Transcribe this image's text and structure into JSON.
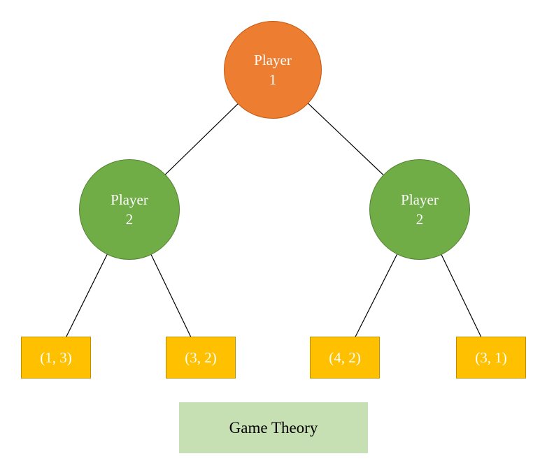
{
  "diagram": {
    "type": "game-tree",
    "colors": {
      "root_fill": "#ED7D31",
      "root_border": "#C55A11",
      "node_fill": "#70AD47",
      "node_border": "#548235",
      "leaf_fill": "#FFC000",
      "leaf_border": "#BF9000",
      "caption_fill": "#C6E0B4",
      "edge_stroke": "#000000",
      "node_text": "#ffffff",
      "caption_text": "#000000"
    },
    "tree": {
      "root": {
        "label_line1": "Player",
        "label_line2": "1"
      },
      "left_node": {
        "label_line1": "Player",
        "label_line2": "2"
      },
      "right_node": {
        "label_line1": "Player",
        "label_line2": "2"
      },
      "leaves": [
        {
          "payoff": "(1, 3)"
        },
        {
          "payoff": "(3, 2)"
        },
        {
          "payoff": "(4, 2)"
        },
        {
          "payoff": "(3, 1)"
        }
      ]
    },
    "caption": {
      "text": "Game Theory"
    }
  }
}
